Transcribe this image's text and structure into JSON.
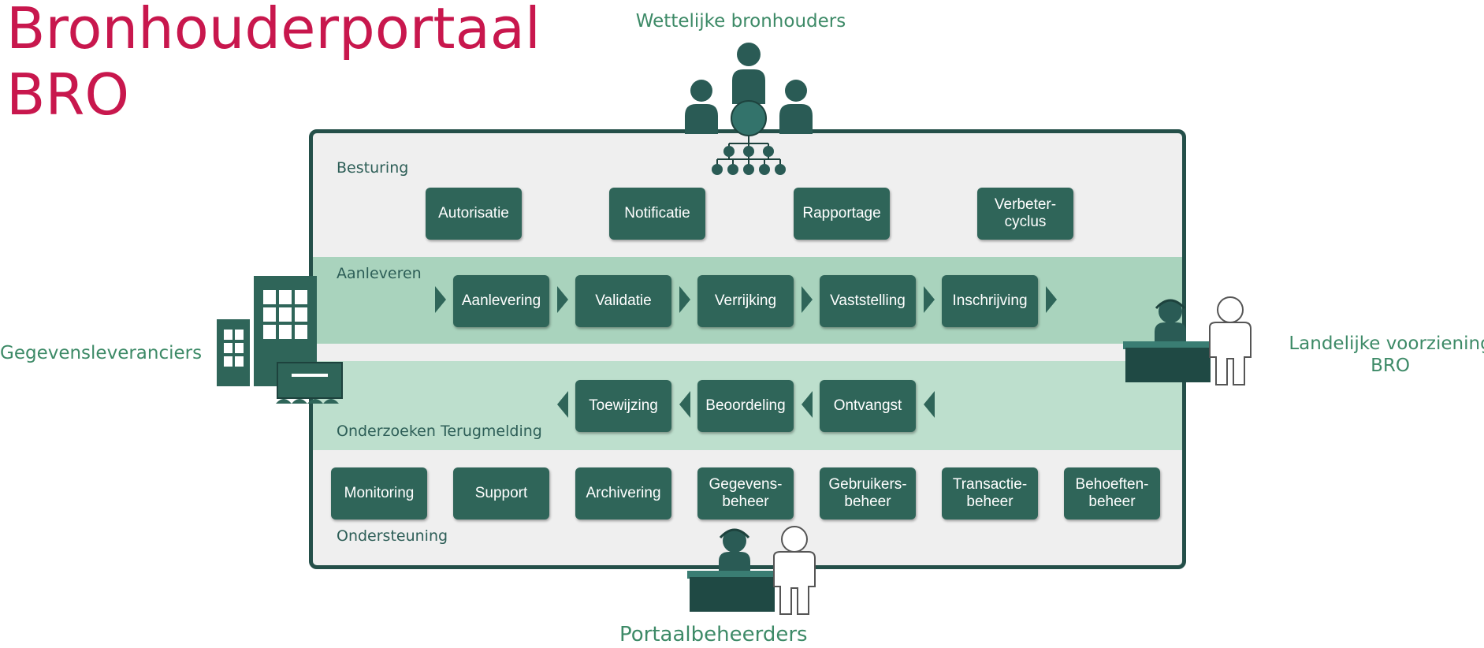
{
  "title": {
    "line1": "Bronhouderportaal",
    "line2": "BRO"
  },
  "actors": {
    "top": "Wettelijke bronhouders",
    "left": "Gegevensleveranciers",
    "right_line1": "Landelijke voorziening",
    "right_line2": "BRO",
    "bottom": "Portaalbeheerders"
  },
  "sections": {
    "besturing": "Besturing",
    "aanleveren": "Aanleveren",
    "onderzoeken": "Onderzoeken Terugmelding",
    "ondersteuning": "Ondersteuning"
  },
  "besturing_items": [
    "Autorisatie",
    "Notificatie",
    "Rapportage",
    "Verbeter-\ncyclus"
  ],
  "aanleveren_steps": [
    "Aanlevering",
    "Validatie",
    "Verrijking",
    "Vaststelling",
    "Inschrijving"
  ],
  "terugmelding_steps": [
    "Toewijzing",
    "Beoordeling",
    "Ontvangst"
  ],
  "ondersteuning_items": [
    "Monitoring",
    "Support",
    "Archivering",
    "Gegevens-\nbeheer",
    "Gebruikers-\nbeheer",
    "Transactie-\nbeheer",
    "Behoeften-\nbeheer"
  ],
  "colors": {
    "title": "#c8174d",
    "label": "#3d8a67",
    "box": "#2f6559",
    "frame": "#244f49",
    "band_light": "#bddfcd",
    "band": "#a9d3bd"
  }
}
